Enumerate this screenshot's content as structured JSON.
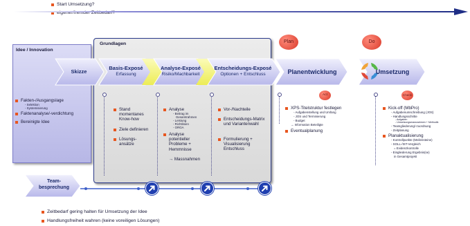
{
  "header": {
    "line1": "Start Umsetzung?",
    "line2": "eigener/fremder Zeitbedarf?"
  },
  "idee": {
    "title": "Idee / Innovation",
    "skizze": "Skizze",
    "items": [
      {
        "text": "Fakten-/Ausgangslage",
        "subs": [
          "- Selektion",
          "- Systemisierung"
        ]
      },
      {
        "text": "Faktenanalyse/-verdichtung",
        "subs": []
      },
      {
        "text": "Bereinigte Idee",
        "subs": []
      }
    ]
  },
  "grundlagen": {
    "title": "Grundlagen",
    "stages": [
      {
        "title": "Basis-Exposé",
        "subtitle": "Erfassung"
      },
      {
        "title": "Analyse-Exposé",
        "subtitle": "Risiko/Machbarkeit"
      },
      {
        "title": "Entscheidungs-Exposé",
        "subtitle": "Optionen + Entschluss"
      }
    ],
    "col1": [
      "Stand momentanes Know-how",
      "Ziele definieren",
      "Lösungs-ansätze"
    ],
    "col2": {
      "analyse": "Analyse",
      "analyse_subs": [
        "- Beitrag im",
        "Gesamtrahmen",
        "- Leistung",
        "- Richtlinien",
        "- ORGA"
      ],
      "analyse2": "Analyse potentieller Probleme + Hemmnisse",
      "massnahmen": "→ Massnahmen"
    },
    "col3": [
      "Vor-/Nachteile",
      "Entscheidungs-Matrix und Variantenwahl",
      "Formulierung + Visualisierung Entschluss"
    ]
  },
  "plan": {
    "badge": "Plan",
    "title": "Planentwicklung",
    "act": "Act",
    "items": [
      {
        "text": "XPS-Titelstruktur festlegen",
        "subs": [
          "- Aufgabenstellung und Umfang",
          "- JOS und Terminierung",
          "- Budget",
          "→ Information Beteiligte"
        ]
      },
      {
        "text": "Eventualplanung",
        "subs": []
      }
    ]
  },
  "do": {
    "badge": "Do",
    "title": "Umsetzung",
    "check": "Check",
    "items": [
      {
        "text": "Kick-off (MbPro)",
        "subs": [
          "- Aufgabenumschreibung (JOS)",
          "- Handlungsschritte",
          "- Aufgaben",
          "- Umsetzungsmassnahmen + Methodik",
          "- Teamgliederung/-zuordnung",
          "- Zeitplanung"
        ]
      },
      {
        "text": "Planaktualisierung",
        "subs": [
          "- Kontrollpunkte (Meilensteine)",
          "- SOLL-/IST-Vergleich",
          "= Evidenzkontrolle",
          "- Eingliederung Ergebnis(se)",
          "in Gesamtprojekt"
        ]
      }
    ]
  },
  "team": {
    "label1": "Team-",
    "label2": "besprechung"
  },
  "footer": {
    "line1": "Zeitbedarf gering halten für Umsetzung der Idee",
    "line2": "Handlungsfreiheit wahren (keine voreiligen Lösungen)"
  },
  "colors": {
    "accent": "#e8561f",
    "navy": "#1b2a6b",
    "lavender": "#c9c9f0",
    "yellow": "#f4f47a",
    "btn": "#1f3fb0"
  }
}
